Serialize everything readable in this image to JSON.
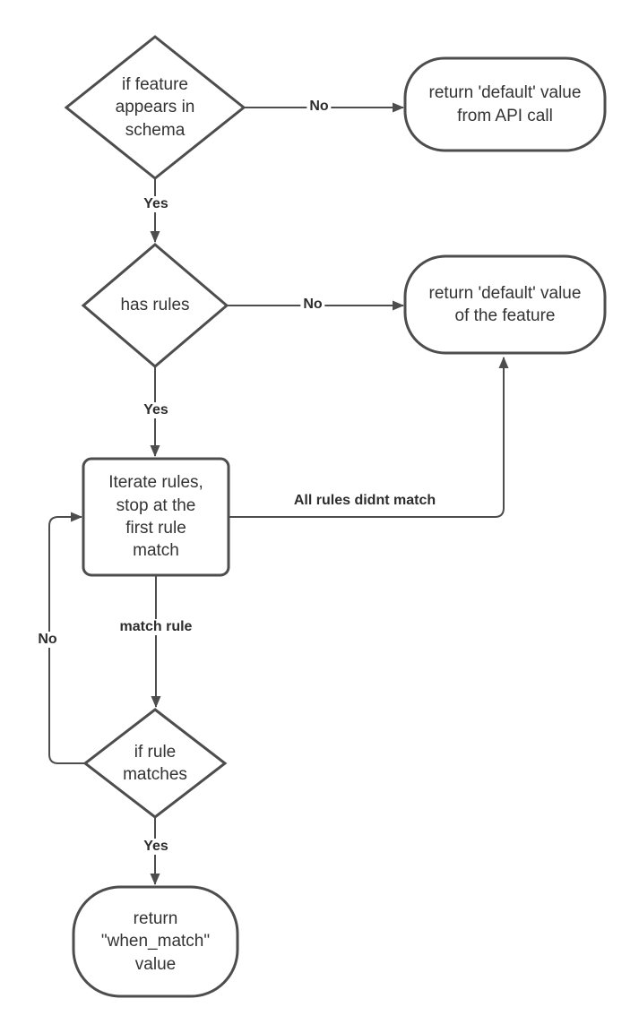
{
  "colors": {
    "background": "#ffffff",
    "stroke": "#4d4d4d",
    "node_text": "#333333",
    "edge_text": "#2d2d2d"
  },
  "nodes": [
    {
      "id": "decision-feature-in-schema",
      "type": "decision",
      "label": "if feature appears in schema"
    },
    {
      "id": "terminator-return-default-api",
      "type": "terminator",
      "label": "return 'default' value from API call"
    },
    {
      "id": "decision-has-rules",
      "type": "decision",
      "label": "has rules"
    },
    {
      "id": "terminator-return-default-feature",
      "type": "terminator",
      "label": "return 'default' value of the feature"
    },
    {
      "id": "process-iterate-rules",
      "type": "process",
      "label": "Iterate rules, stop at the first rule match"
    },
    {
      "id": "decision-if-rule-matches",
      "type": "decision",
      "label": "if rule matches"
    },
    {
      "id": "terminator-return-when-match",
      "type": "terminator",
      "label": "return \"when_match\" value"
    }
  ],
  "edges": [
    {
      "id": "feature-in-schema-no",
      "label": "No"
    },
    {
      "id": "feature-in-schema-yes",
      "label": "Yes"
    },
    {
      "id": "has-rules-no",
      "label": "No"
    },
    {
      "id": "has-rules-yes",
      "label": "Yes"
    },
    {
      "id": "all-rules-didnt-match",
      "label": "All rules didnt match"
    },
    {
      "id": "match-rule",
      "label": "match rule"
    },
    {
      "id": "rule-matches-no",
      "label": "No"
    },
    {
      "id": "rule-matches-yes",
      "label": "Yes"
    }
  ]
}
